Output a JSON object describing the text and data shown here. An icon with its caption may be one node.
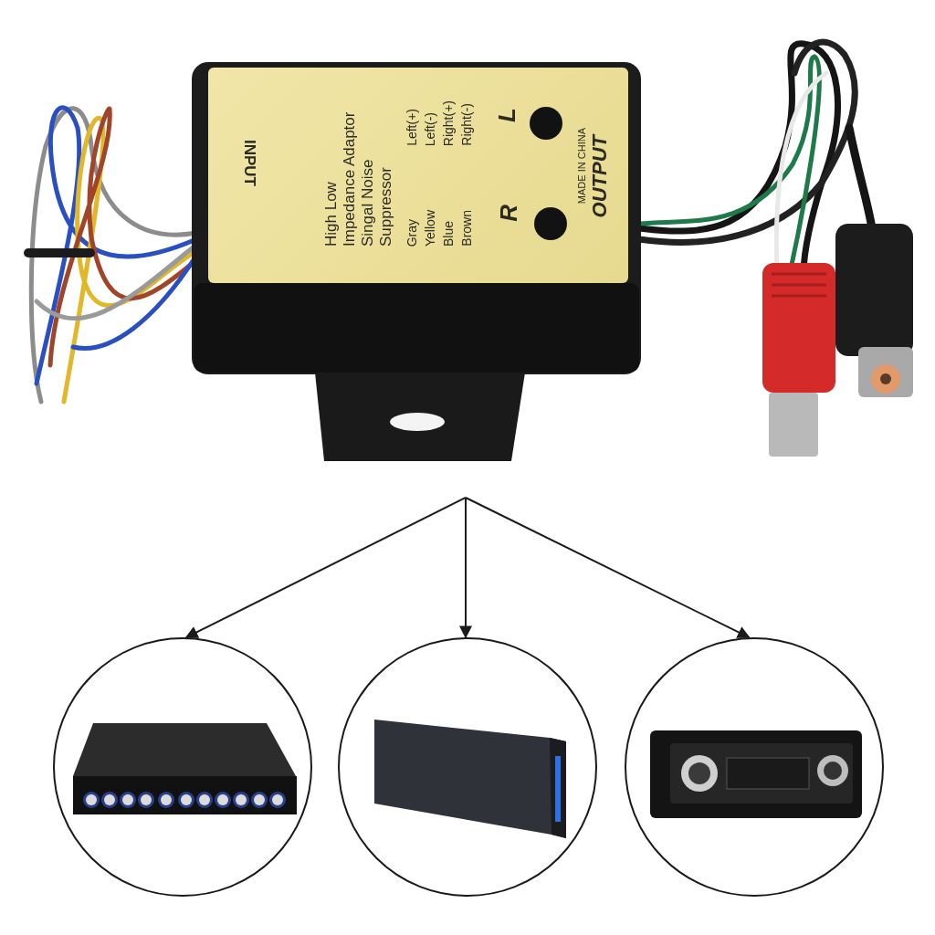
{
  "diagram": {
    "nodes": [
      {
        "text": [
          "INPUT",
          "High Low Impedance Adaptor Singal Noise Suppressor",
          "Gray",
          "Yellow",
          "Blue",
          "Brown",
          "Left(+)",
          "Left(-)",
          "Right(+)",
          "Right(-)",
          "R",
          "L",
          "MADE IN CHINA",
          "OUTPUT"
        ]
      },
      {
        "text": [],
        "shape": "picture"
      },
      {
        "text": [],
        "shape": "picture"
      },
      {
        "text": [],
        "shape": "picture"
      }
    ],
    "edges": [
      {
        "from": 0,
        "to": 1,
        "arrow": "to"
      },
      {
        "from": 0,
        "to": 2,
        "arrow": "to"
      },
      {
        "from": 0,
        "to": 3,
        "arrow": "to"
      }
    ]
  }
}
